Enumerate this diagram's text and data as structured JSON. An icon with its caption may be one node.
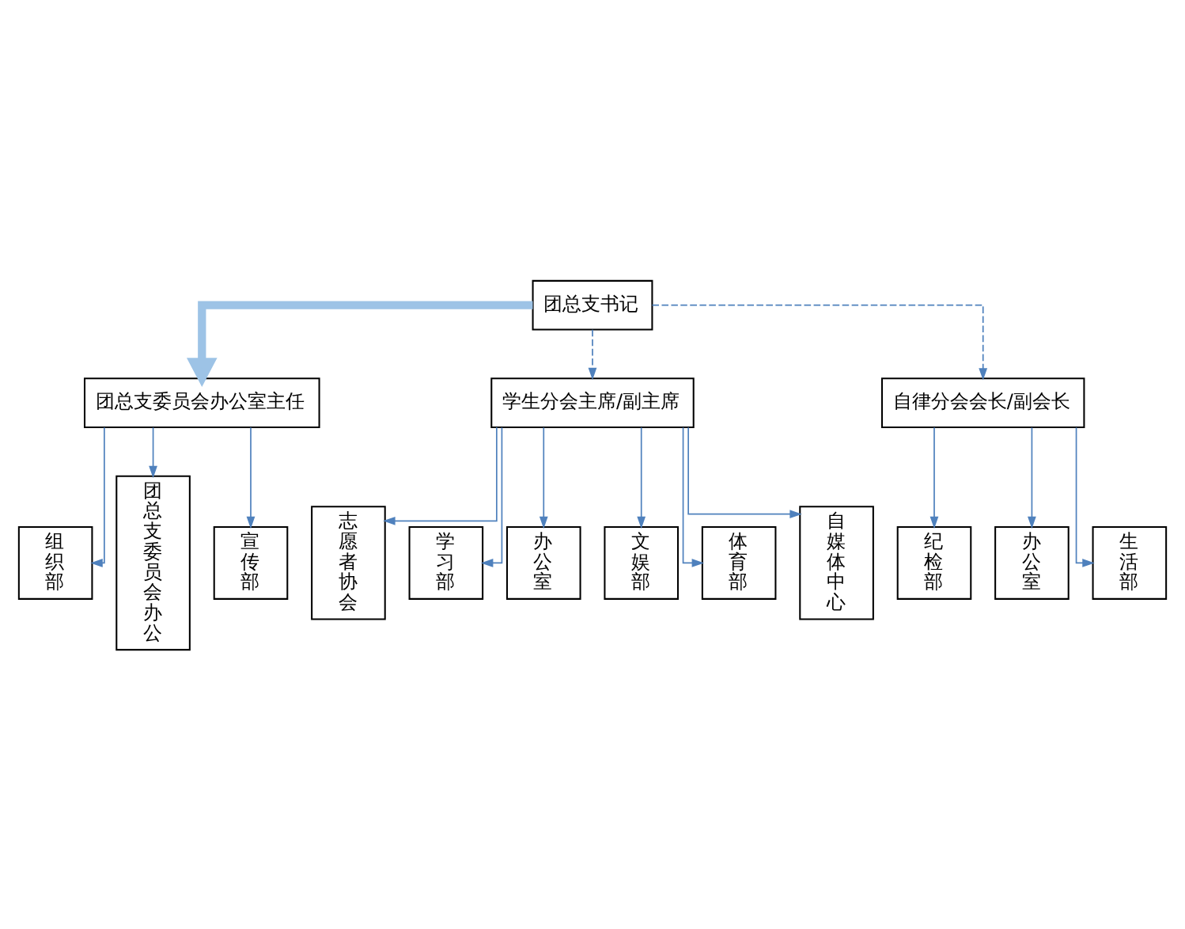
{
  "diagram": {
    "nodes": [
      {
        "text": [
          "团总支书记"
        ]
      },
      {
        "text": [
          "团总支委员会办公室主任"
        ]
      },
      {
        "text": [
          "学生分会主席/副主席"
        ]
      },
      {
        "text": [
          "自律分会会长/副会长"
        ]
      },
      {
        "text": [
          "组织部"
        ]
      },
      {
        "text": [
          "团总支委员会办公"
        ]
      },
      {
        "text": [
          "宣传部"
        ]
      },
      {
        "text": [
          "志愿者协会"
        ]
      },
      {
        "text": [
          "学习部"
        ]
      },
      {
        "text": [
          "办公室"
        ]
      },
      {
        "text": [
          "文娱部"
        ]
      },
      {
        "text": [
          "体育部"
        ]
      },
      {
        "text": [
          "自媒体中心"
        ]
      },
      {
        "text": [
          "纪检部"
        ]
      },
      {
        "text": [
          "办公室"
        ]
      },
      {
        "text": [
          "生活部"
        ]
      }
    ],
    "edges": [
      {
        "from": 0,
        "to": 1,
        "arrow": "to",
        "style": "thick",
        "color": "#9dc3e6"
      },
      {
        "from": 0,
        "to": 2,
        "arrow": "to",
        "style": "dashed"
      },
      {
        "from": 0,
        "to": 3,
        "arrow": "to",
        "style": "dashed"
      },
      {
        "from": 1,
        "to": 4,
        "arrow": "to"
      },
      {
        "from": 1,
        "to": 5,
        "arrow": "to"
      },
      {
        "from": 1,
        "to": 6,
        "arrow": "to"
      },
      {
        "from": 2,
        "to": 7,
        "arrow": "to"
      },
      {
        "from": 2,
        "to": 8,
        "arrow": "to"
      },
      {
        "from": 2,
        "to": 9,
        "arrow": "to"
      },
      {
        "from": 2,
        "to": 10,
        "arrow": "to"
      },
      {
        "from": 2,
        "to": 11,
        "arrow": "to"
      },
      {
        "from": 2,
        "to": 12,
        "arrow": "to"
      },
      {
        "from": 3,
        "to": 13,
        "arrow": "to"
      },
      {
        "from": 3,
        "to": 14,
        "arrow": "to"
      },
      {
        "from": 3,
        "to": 15,
        "arrow": "to"
      }
    ]
  }
}
